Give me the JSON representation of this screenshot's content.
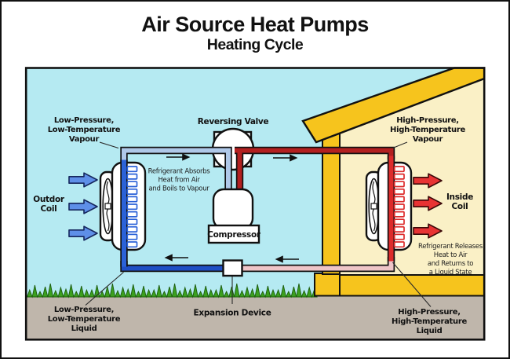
{
  "title": "Air Source Heat Pumps",
  "subtitle": "Heating Cycle",
  "labels": {
    "lp_vapour": [
      "Low-Pressure,",
      "Low-Temperature",
      "Vapour"
    ],
    "reversing_valve": "Reversing Valve",
    "hp_vapour": [
      "High-Pressure,",
      "High-Temperature",
      "Vapour"
    ],
    "outdoor_coil": [
      "Outdor",
      "Coil"
    ],
    "inside_coil": [
      "Inside",
      "Coil"
    ],
    "absorbs": [
      "Refrigerant Absorbs",
      "Heat from Air",
      "and Boils to Vapour"
    ],
    "releases": [
      "Refrigerant Releases",
      "Heat to Air",
      "and Returns to",
      "a Liquid State"
    ],
    "compressor": "Compressor",
    "expansion_device": "Expansion Device",
    "lp_liquid": [
      "Low-Pressure,",
      "Low-Temperature",
      "Liquid"
    ],
    "hp_liquid": [
      "High-Pressure,",
      "High-Temperature",
      "Liquid"
    ]
  },
  "colors": {
    "sky": "#B5EAF2",
    "ground": "#BFB6AB",
    "grass": "#3BA01F",
    "grass_dark": "#1D5C0E",
    "gold": "#F6C41D",
    "interior": "#FAF0C6",
    "pipe_light_blue": "#AFC8E8",
    "pipe_blue": "#2B62D8",
    "pipe_dark_blue": "#1F4FC6",
    "pipe_dark_red": "#B32020",
    "pipe_red": "#DD2B2B",
    "pipe_pink": "#EFC5C8",
    "arrow_blue": "#5E8FE8",
    "arrow_blue_outline": "#15265C",
    "arrow_red": "#E83333",
    "arrow_red_outline": "#3A0808"
  }
}
